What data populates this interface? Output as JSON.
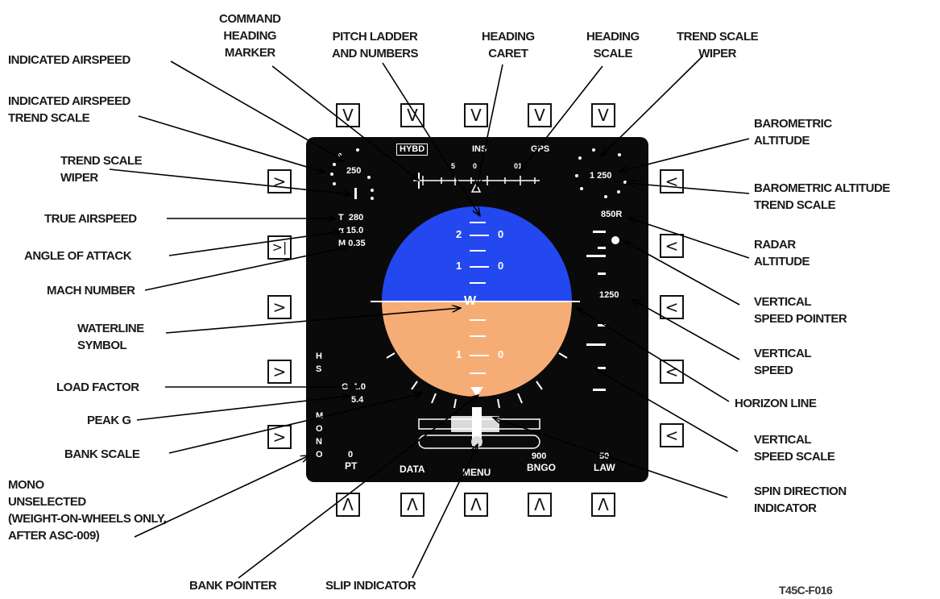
{
  "labels": {
    "command_heading_marker": "COMMAND\nHEADING\nMARKER",
    "pitch_ladder": "PITCH LADDER\nAND NUMBERS",
    "heading_caret": "HEADING\nCARET",
    "heading_scale": "HEADING\nSCALE",
    "trend_scale_wiper_top": "TREND SCALE\nWIPER",
    "indicated_airspeed": "INDICATED AIRSPEED",
    "indicated_airspeed_trend": "INDICATED AIRSPEED\nTREND SCALE",
    "trend_scale_wiper_left": "TREND SCALE\nWIPER",
    "true_airspeed": "TRUE AIRSPEED",
    "angle_of_attack": "ANGLE OF ATTACK",
    "mach_number": "MACH NUMBER",
    "waterline_symbol": "WATERLINE\nSYMBOL",
    "load_factor": "LOAD FACTOR",
    "peak_g": "PEAK G",
    "bank_scale": "BANK SCALE",
    "mono_unselected": "MONO\nUNSELECTED\n(WEIGHT-ON-WHEELS ONLY,\nAFTER ASC-009)",
    "bank_pointer": "BANK POINTER",
    "slip_indicator": "SLIP INDICATOR",
    "barometric_altitude": "BAROMETRIC\nALTITUDE",
    "barometric_altitude_trend": "BAROMETRIC ALTITUDE\nTREND SCALE",
    "radar_altitude": "RADAR\nALTITUDE",
    "vertical_speed_pointer": "VERTICAL\nSPEED POINTER",
    "vertical_speed": "VERTICAL\nSPEED",
    "horizon_line": "HORIZON LINE",
    "vertical_speed_scale": "VERTICAL\nSPEED SCALE",
    "spin_direction_indicator": "SPIN DIRECTION\nINDICATOR"
  },
  "doc_id": "T45C-F016",
  "bezel": {
    "top": [
      "V",
      "V",
      "V",
      "V",
      "V"
    ],
    "bottom": [
      "Λ",
      "Λ",
      "Λ",
      "Λ",
      "Λ"
    ],
    "left": [
      ">",
      ">|",
      ">",
      ">",
      ">"
    ],
    "right": [
      "<",
      "<",
      "<",
      "<",
      "<"
    ]
  },
  "screen": {
    "nav_source": "HYBD",
    "ins": "INS",
    "gps": "GPS",
    "heading_ticks": [
      "5",
      "0",
      "01"
    ],
    "airspeed": "250",
    "true_airspeed": "T  280",
    "aoa": "α 15.0",
    "mach": "M 0.35",
    "baro_altitude": "1 250",
    "radar_altitude": "850R",
    "vertical_speed": "1250",
    "pitch_labels": {
      "p20_left": "2",
      "p20_right": "0",
      "p10_left": "1",
      "p10_right": "0",
      "m10_left": "1",
      "m10_right": "0"
    },
    "waterline_char": "W",
    "load_factor": "G  1.0",
    "peak_g": "5.4",
    "hs": [
      "H",
      "S"
    ],
    "mono": [
      "M",
      "O",
      "N",
      "O"
    ],
    "bottom_menu": {
      "pt_val": "0",
      "pt": "PT",
      "data": "DATA",
      "menu": "MENU",
      "bingo_val": "900",
      "bingo": "BNGO",
      "law_val": "50",
      "law": "LAW"
    }
  },
  "colors": {
    "sky": "#2348f0",
    "ground": "#f6ad75",
    "screen_bg": "#0a0a0a"
  }
}
